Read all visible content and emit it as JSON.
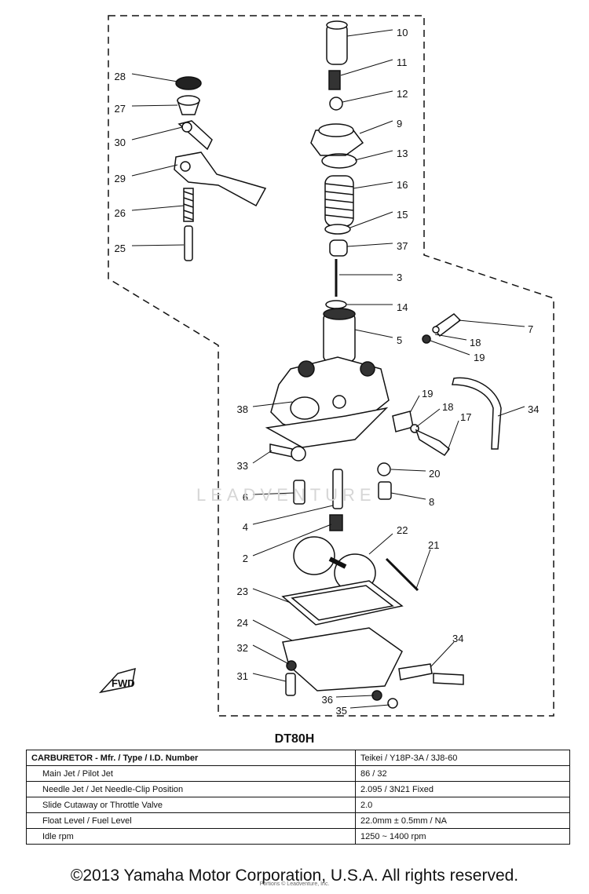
{
  "diagram": {
    "watermark": "LEADVENTURE",
    "fwd_badge": "FWD",
    "callouts": [
      "10",
      "11",
      "12",
      "9",
      "13",
      "16",
      "15",
      "37",
      "3",
      "14",
      "5",
      "7",
      "18",
      "19",
      "34",
      "19",
      "18",
      "17",
      "20",
      "8",
      "22",
      "21",
      "28",
      "27",
      "30",
      "29",
      "26",
      "25",
      "38",
      "33",
      "6",
      "4",
      "2",
      "23",
      "24",
      "32",
      "31",
      "36",
      "35",
      "34"
    ]
  },
  "spec": {
    "model": "DT80H",
    "rows": [
      {
        "label": "CARBURETOR - Mfr. / Type / I.D. Number",
        "value": "Teikei / Y18P-3A / 3J8-60"
      },
      {
        "label": "Main Jet / Pilot Jet",
        "value": "86 / 32"
      },
      {
        "label": "Needle Jet / Jet Needle-Clip Position",
        "value": "2.095 / 3N21   Fixed"
      },
      {
        "label": "Slide Cutaway or Throttle Valve",
        "value": "2.0"
      },
      {
        "label": "Float Level / Fuel Level",
        "value": "22.0mm ± 0.5mm / NA"
      },
      {
        "label": "Idle rpm",
        "value": "1250 ~ 1400 rpm"
      }
    ]
  },
  "footer": {
    "copyright": "©2013 Yamaha Motor Corporation, U.S.A. All rights reserved.",
    "note": "Portions © Leadventure, Inc."
  }
}
